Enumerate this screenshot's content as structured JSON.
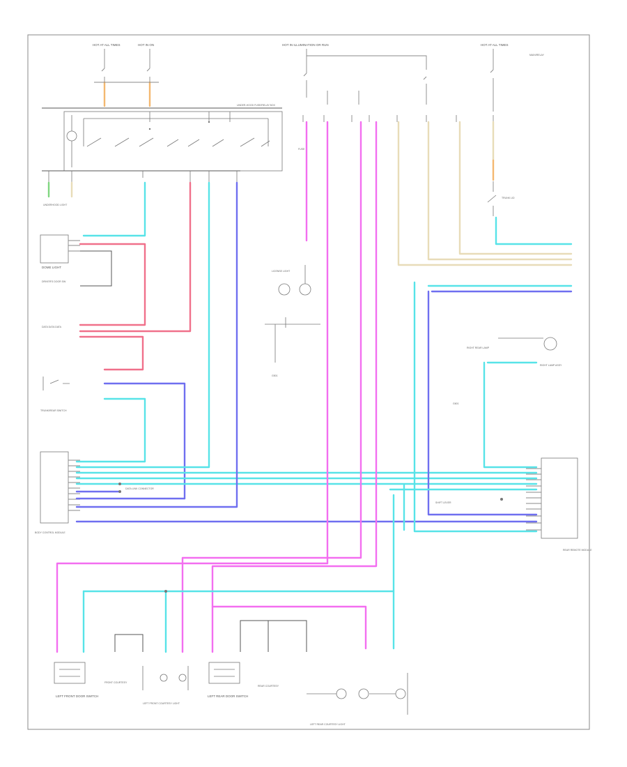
{
  "diagram": {
    "footer_code": "",
    "labels": {
      "hot_top_left": "HOT AT ALL TIMES",
      "hot_top_left2": "HOT IN ON",
      "hot_top_mid": "HOT IN ILLUMINATION OR RUN",
      "hot_top_right": "HOT AT ALL TIMES",
      "note_top_right": "",
      "under_hood_box": "UNDER-HOOD FUSE/RELAY BOX",
      "dome_light": "DOME LIGHT",
      "driver_door_sw": "",
      "cargo_area_light": "",
      "trunk_switch": "",
      "body_control_module": "",
      "tail_light": "",
      "license_light": "",
      "left_front_door": "LEFT FRONT DOOR SWITCH",
      "left_front_courtesy": "",
      "left_rear_door": "LEFT REAR DOOR SWITCH",
      "left_rear_courtesy": "",
      "rear_window_sw": "",
      "right_rear_ls": "",
      "right_lamp": "",
      "right_rear_group": "",
      "rear_remote": ""
    },
    "wire_colors": {
      "cyan": "#57e3e8",
      "magenta": "#f36ef0",
      "pink": "#f0708a",
      "blue": "#6f6ff0",
      "beige": "#e8dcb8",
      "orange": "#f4b870",
      "green": "#7fd67f"
    }
  }
}
